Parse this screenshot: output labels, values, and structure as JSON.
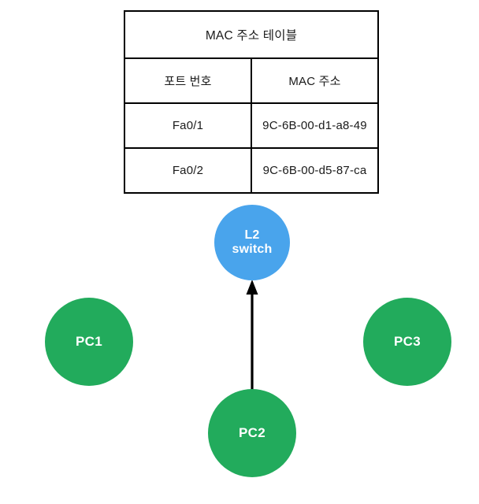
{
  "diagram": {
    "title": "MAC 주소 테이블",
    "background_color": "#ffffff"
  },
  "mac_table": {
    "title": "MAC 주소 테이블",
    "headers": [
      "포트 번호",
      "MAC 주소"
    ],
    "rows": [
      {
        "port": "Fa0/1",
        "mac": "9C-6B-00-d1-a8-49"
      },
      {
        "port": "Fa0/2",
        "mac": "9C-6B-00-d5-87-ca"
      }
    ],
    "border_color": "#000000"
  },
  "nodes": {
    "switch": {
      "label_line1": "L2",
      "label_line2": "switch",
      "color": "#49a4ec"
    },
    "pc1": {
      "label": "PC1",
      "color": "#22ab5c"
    },
    "pc2": {
      "label": "PC2",
      "color": "#22ab5c"
    },
    "pc3": {
      "label": "PC3",
      "color": "#22ab5c"
    }
  },
  "links": [
    {
      "from": "PC2",
      "to": "L2 switch",
      "direction": "up",
      "color": "#000000"
    }
  ]
}
